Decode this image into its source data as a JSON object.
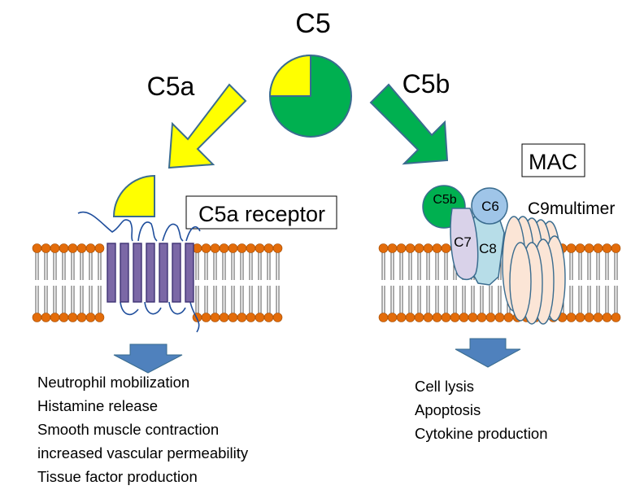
{
  "title": "C5",
  "branches": {
    "left": {
      "fragment": "C5a",
      "receptor_label": "C5a receptor",
      "effects": [
        "Neutrophil mobilization",
        "Histamine release",
        "Smooth muscle contraction",
        "increased vascular permeability",
        "Tissue factor production"
      ]
    },
    "right": {
      "fragment": "C5b",
      "complex_label": "MAC",
      "components": {
        "c5b": "C5b",
        "c6": "C6",
        "c7": "C7",
        "c8": "C8"
      },
      "multimer_label": "C9multimer",
      "effects": [
        "Cell lysis",
        "Apoptosis",
        "Cytokine production"
      ]
    }
  },
  "colors": {
    "c5a_yellow": "#ffff00",
    "c5b_green": "#00b050",
    "membrane_head": "#e36c0a",
    "receptor_purple": "#7b68a6",
    "receptor_dark": "#3f3374",
    "loop_blue": "#1f4e9c",
    "c6_blue": "#9fc5e8",
    "c7_lavender": "#d9d2e9",
    "c8_teal": "#b7dde8",
    "c9_peach": "#fbe5d6",
    "down_arrow": "#4f81bd"
  }
}
